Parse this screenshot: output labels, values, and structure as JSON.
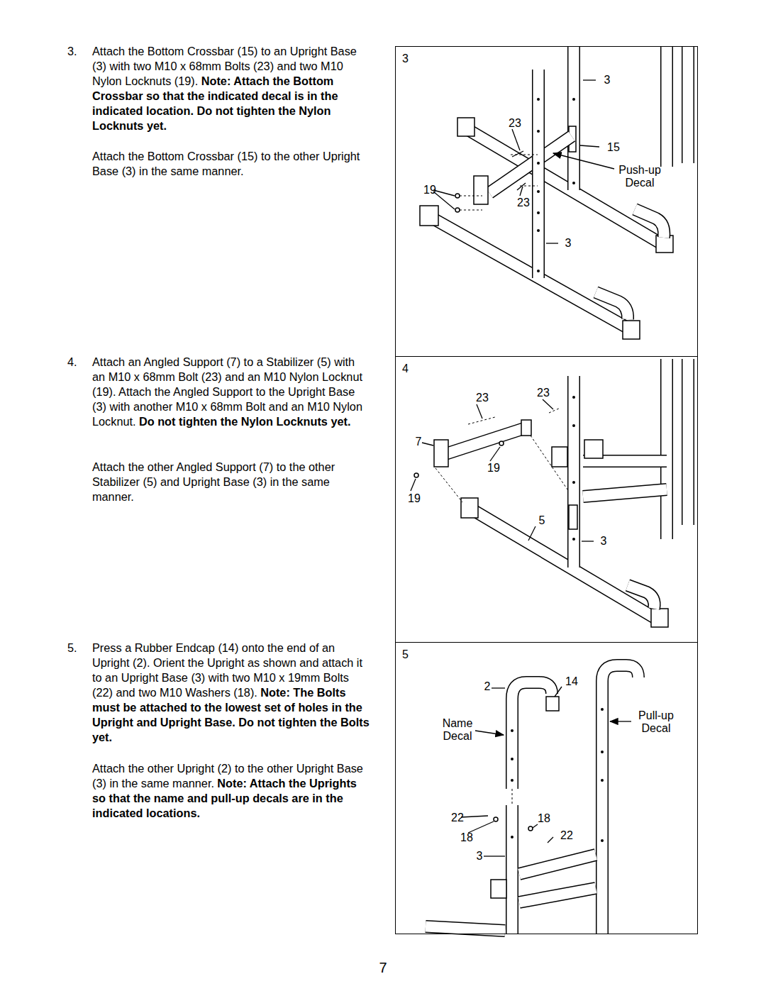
{
  "diagram": {
    "nodes": [
      {
        "text": [
          "3"
        ]
      },
      {
        "text": [
          "4"
        ]
      },
      {
        "text": [
          "5"
        ]
      }
    ],
    "labels": [
      "3.",
      "Attach the Bottom Crossbar (15) to an Upright Base (3) with two M10 x 68mm Bolts (23) and two M10 Nylon Locknuts (19).",
      "Note: Attach the Bottom Crossbar so that the indicated decal is in the indicated location. Do not tighten the Nylon Locknuts yet.",
      "Attach the Bottom Crossbar (15) to the other Upright Base (3) in the same manner.",
      "4.",
      "Attach an Angled Support (7) to a Stabilizer (5) with an M10 x 68mm Bolt (23) and an M10 Nylon Locknut (19). Attach the Angled Support to the Upright Base (3) with another M10 x 68mm Bolt and an M10 Nylon Locknut.",
      "Do not tighten the Nylon Locknuts yet.",
      "Attach the other Angled Support (7) to the other Stabilizer (5) and Upright Base (3) in the same manner.",
      "5.",
      "Press a Rubber Endcap (14) onto the end of an Upright (2). Orient the Upright as shown and attach it to an Upright Base (3) with two M10 x 19mm Bolts (22) and two M10 Washers (18).",
      "Note: The Bolts must be attached to the lowest set of holes in the Upright and Upright Base. Do not tighten the Bolts yet.",
      "Attach the other Upright (2) to the other Upright Base (3) in the same manner.",
      "Note: Attach the Uprights so that the name and pull-up decals are in the indicated locations.",
      "3",
      "23",
      "15",
      "Push-up Decal",
      "19",
      "23",
      "3",
      "23",
      "23",
      "7",
      "19",
      "19",
      "5",
      "3",
      "2",
      "14",
      "Name Decal",
      "Pull-up Decal",
      "22",
      "18",
      "18",
      "22",
      "3",
      "7"
    ]
  }
}
